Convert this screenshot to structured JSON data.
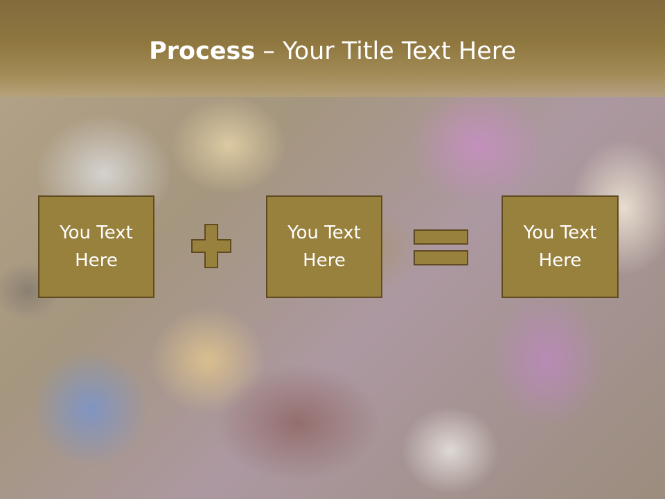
{
  "slide": {
    "title_bold": "Process",
    "title_rest": " – Your Title Text Here",
    "boxes": [
      {
        "text": "You Text\nHere"
      },
      {
        "text": "You Text\nHere"
      },
      {
        "text": "You Text\nHere"
      }
    ],
    "operators": [
      "plus-icon",
      "equals-icon"
    ]
  },
  "colors": {
    "title_bar": "#8f773f",
    "box_fill": "#98803d",
    "box_border": "#5f4a22",
    "text": "#ffffff"
  }
}
